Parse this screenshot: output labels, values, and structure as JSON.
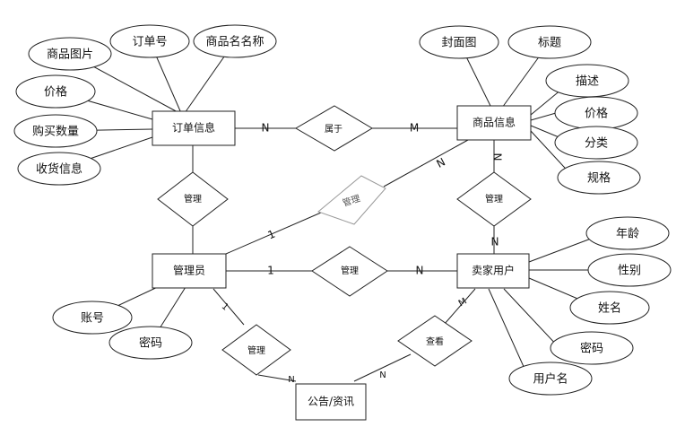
{
  "entities": {
    "order_info": "订单信息",
    "product_info": "商品信息",
    "admin": "管理员",
    "seller": "卖家用户",
    "notice": "公告/资讯"
  },
  "attributes": {
    "order_info": [
      "商品图片",
      "订单号",
      "商品名名称",
      "价格",
      "购买数量",
      "收货信息"
    ],
    "product_info": [
      "封面图",
      "标题",
      "描述",
      "价格",
      "分类",
      "规格"
    ],
    "admin": [
      "账号",
      "密码"
    ],
    "seller": [
      "年龄",
      "性别",
      "姓名",
      "密码",
      "用户名"
    ]
  },
  "relationships": {
    "belongs_to": "属于",
    "admin_manages_order": "管理",
    "admin_manages_product": "管理",
    "seller_manages_product": "管理",
    "admin_manages_seller": "管理",
    "admin_manages_notice": "管理",
    "seller_views_notice": "查看"
  },
  "cardinalities": {
    "belongs_order": "N",
    "belongs_product": "M",
    "amp_admin": "1",
    "amp_product": "N",
    "smp_product": "N",
    "smp_seller": "N",
    "ams_admin": "1",
    "ams_seller": "N",
    "amn_admin": "1",
    "amn_notice": "N",
    "svn_notice": "N",
    "svn_seller": "M"
  }
}
